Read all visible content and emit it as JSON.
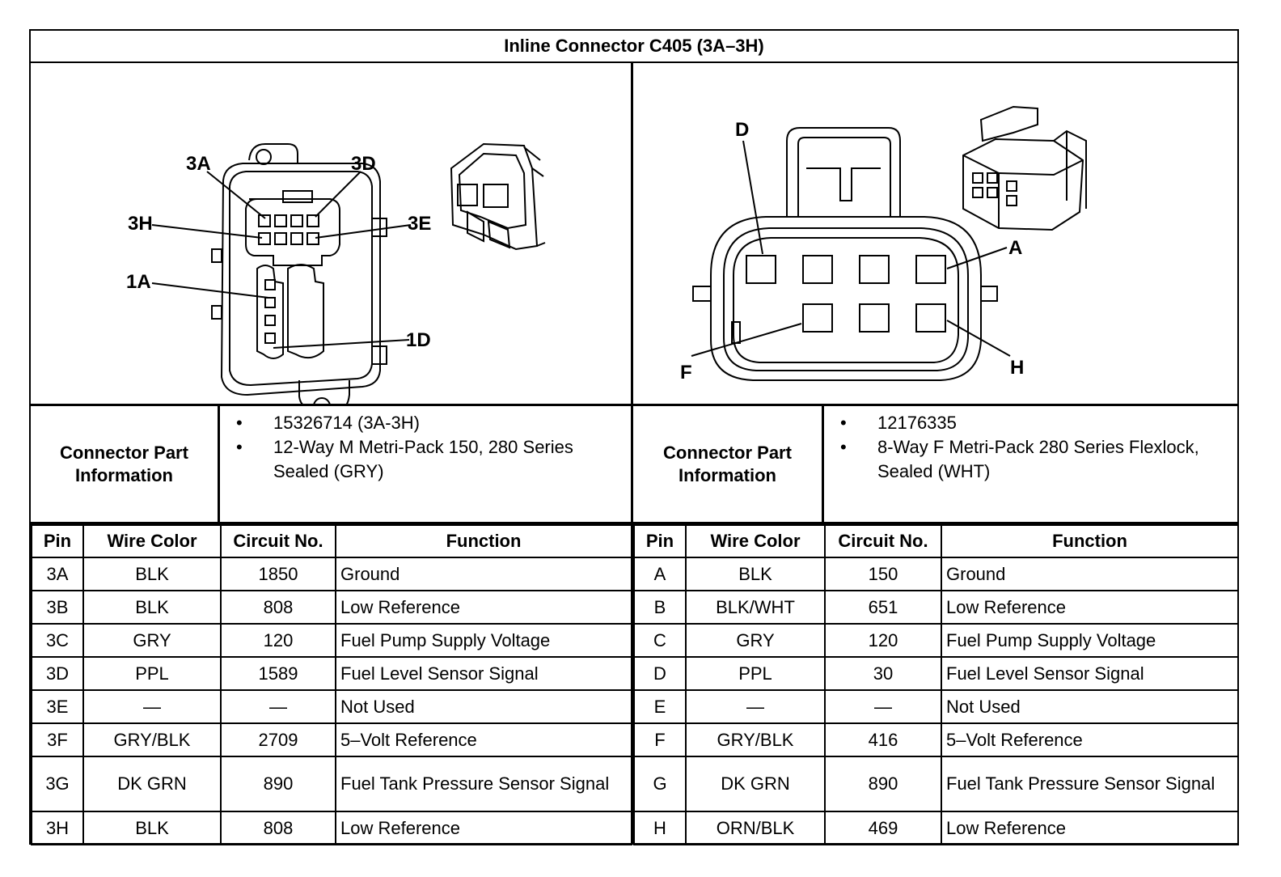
{
  "title": "Inline Connector C405 (3A–3H)",
  "left": {
    "callouts": {
      "c3A": "3A",
      "c3D": "3D",
      "c3H": "3H",
      "c3E": "3E",
      "c1A": "1A",
      "c1D": "1D"
    },
    "part_info_label_line1": "Connector Part",
    "part_info_label_line2": "Information",
    "part_info": [
      "15326714 (3A-3H)",
      "12-Way M Metri-Pack 150, 280 Series Sealed (GRY)"
    ],
    "headers": {
      "pin": "Pin",
      "wire_color": "Wire Color",
      "circuit": "Circuit No.",
      "function": "Function"
    },
    "rows": [
      {
        "pin": "3A",
        "wire": "BLK",
        "circuit": "1850",
        "function": "Ground"
      },
      {
        "pin": "3B",
        "wire": "BLK",
        "circuit": "808",
        "function": "Low Reference"
      },
      {
        "pin": "3C",
        "wire": "GRY",
        "circuit": "120",
        "function": "Fuel Pump Supply Voltage"
      },
      {
        "pin": "3D",
        "wire": "PPL",
        "circuit": "1589",
        "function": "Fuel Level Sensor Signal"
      },
      {
        "pin": "3E",
        "wire": "—",
        "circuit": "—",
        "function": "Not Used"
      },
      {
        "pin": "3F",
        "wire": "GRY/BLK",
        "circuit": "2709",
        "function": "5–Volt Reference"
      },
      {
        "pin": "3G",
        "wire": "DK GRN",
        "circuit": "890",
        "function": "Fuel Tank Pressure Sensor Signal"
      },
      {
        "pin": "3H",
        "wire": "BLK",
        "circuit": "808",
        "function": "Low Reference"
      }
    ]
  },
  "right": {
    "callouts": {
      "cD": "D",
      "cA": "A",
      "cF": "F",
      "cH": "H"
    },
    "part_info_label_line1": "Connector Part",
    "part_info_label_line2": "Information",
    "part_info": [
      "12176335",
      "8-Way F Metri-Pack 280 Series Flexlock, Sealed (WHT)"
    ],
    "headers": {
      "pin": "Pin",
      "wire_color": "Wire Color",
      "circuit": "Circuit No.",
      "function": "Function"
    },
    "rows": [
      {
        "pin": "A",
        "wire": "BLK",
        "circuit": "150",
        "function": "Ground"
      },
      {
        "pin": "B",
        "wire": "BLK/WHT",
        "circuit": "651",
        "function": "Low Reference"
      },
      {
        "pin": "C",
        "wire": "GRY",
        "circuit": "120",
        "function": "Fuel Pump Supply Voltage"
      },
      {
        "pin": "D",
        "wire": "PPL",
        "circuit": "30",
        "function": "Fuel Level Sensor Signal"
      },
      {
        "pin": "E",
        "wire": "—",
        "circuit": "—",
        "function": "Not Used"
      },
      {
        "pin": "F",
        "wire": "GRY/BLK",
        "circuit": "416",
        "function": "5–Volt Reference"
      },
      {
        "pin": "G",
        "wire": "DK GRN",
        "circuit": "890",
        "function": "Fuel Tank Pressure Sensor Signal"
      },
      {
        "pin": "H",
        "wire": "ORN/BLK",
        "circuit": "469",
        "function": "Low Reference"
      }
    ]
  }
}
